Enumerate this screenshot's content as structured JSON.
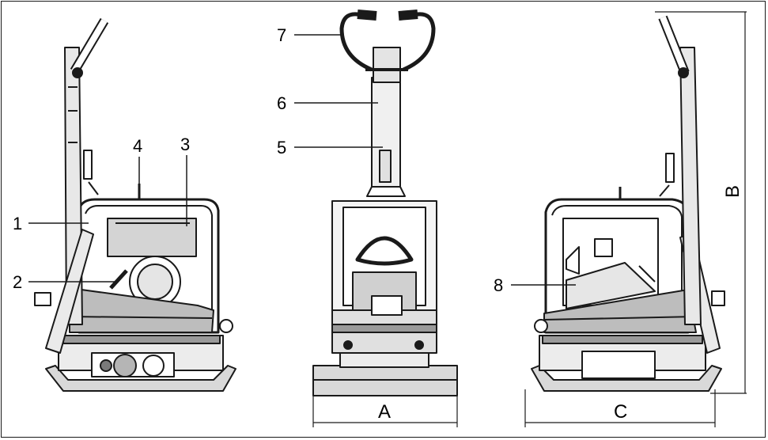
{
  "callouts": [
    "1",
    "2",
    "3",
    "4",
    "5",
    "6",
    "7",
    "8"
  ],
  "dimensions": {
    "a": "A",
    "b": "B",
    "c": "C"
  },
  "colors": {
    "line": "#1a1a1a",
    "fill_light": "#d9d9d9",
    "fill_mid": "#b5b5b5",
    "fill_dark": "#7a7a7a"
  }
}
